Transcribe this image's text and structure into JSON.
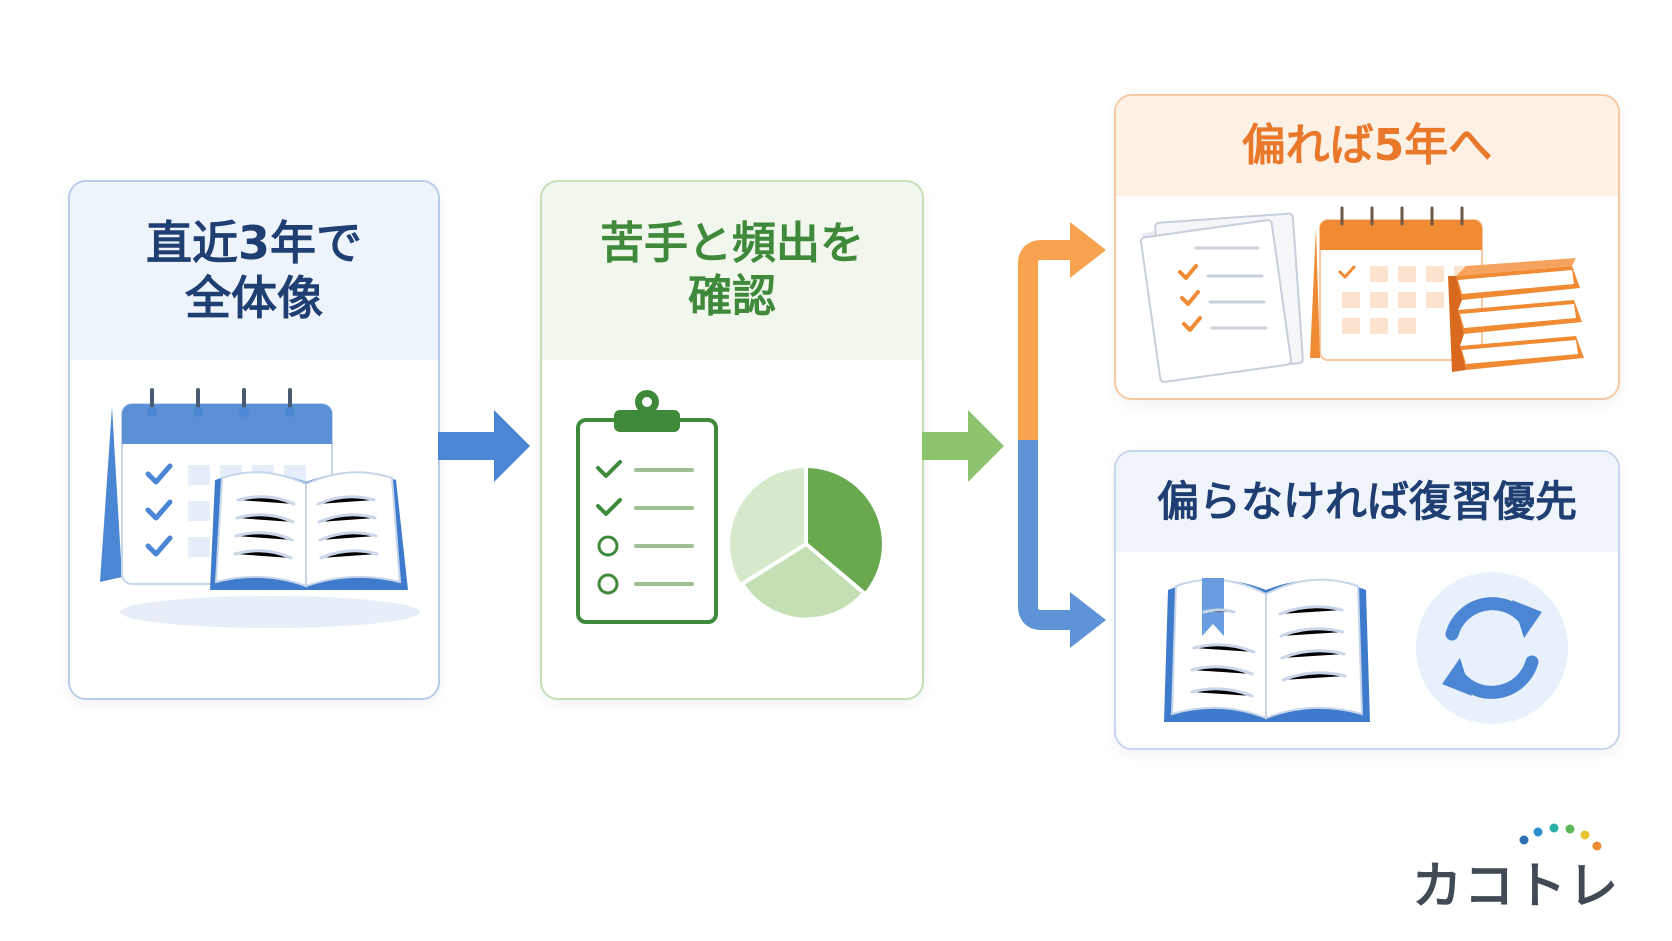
{
  "steps": [
    {
      "title_lines": [
        "直近3年で",
        "全体像"
      ]
    },
    {
      "title_lines": [
        "苦手と頻出を",
        "確認"
      ]
    }
  ],
  "branches": {
    "upper": {
      "title": "偏れば5年へ"
    },
    "lower": {
      "title": "偏らなければ復習優先"
    }
  },
  "logo": {
    "text": "カコトレ"
  },
  "colors": {
    "blue": "#4a86d4",
    "navy": "#1f3f73",
    "green": "#3e8a3a",
    "light_green": "#7fbf63",
    "orange": "#f08a33",
    "gray_text": "#414a55"
  }
}
